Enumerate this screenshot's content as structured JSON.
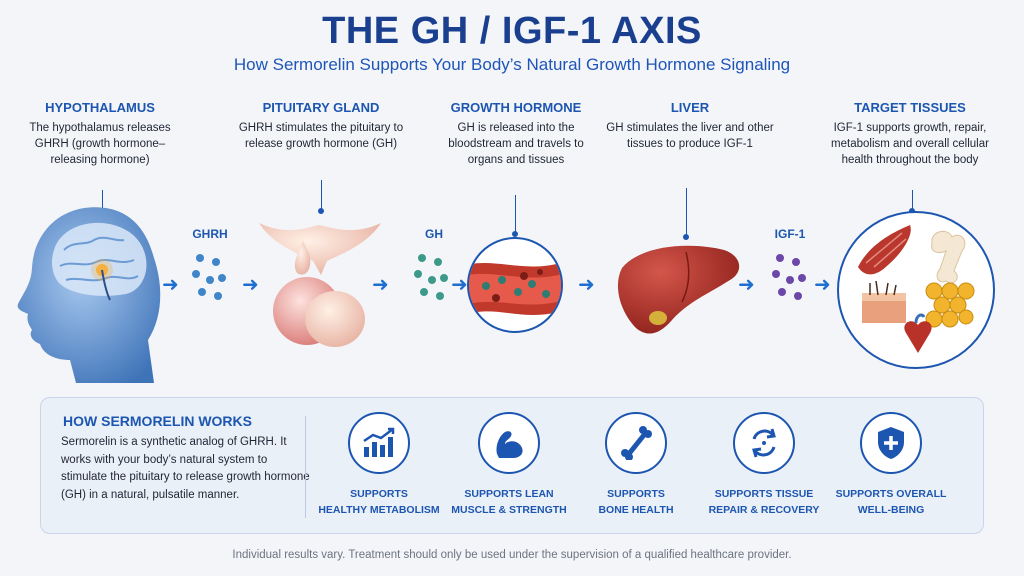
{
  "title": "THE GH / IGF-1 AXIS",
  "subtitle": "How Sermorelin Supports Your Body’s Natural Growth Hormone Signaling",
  "stages": [
    {
      "heading": "HYPOTHALAMUS",
      "description": "The hypothalamus releases GHRH (growth hormone– releasing hormone)"
    },
    {
      "heading": "PITUITARY GLAND",
      "description": "GHRH stimulates the pituitary to release growth hormone (GH)"
    },
    {
      "heading": "GROWTH HORMONE",
      "description": "GH is released into the bloodstream and travels to organs and tissues"
    },
    {
      "heading": "LIVER",
      "description": "GH stimulates the liver and other tissues to produce IGF-1"
    },
    {
      "heading": "TARGET TISSUES",
      "description": "IGF-1 supports growth, repair, metabolism and overall cellular health throughout the body"
    }
  ],
  "molecules": [
    "GHRH",
    "GH",
    "IGF-1"
  ],
  "how_it_works": {
    "title": "HOW SERMORELIN WORKS",
    "body": "Sermorelin is a synthetic analog of GHRH. It works with your body’s natural system to stimulate the pituitary to release growth hormone (GH) in a natural, pulsatile manner."
  },
  "benefits": [
    {
      "label": "SUPPORTS\nHEALTHY METABOLISM",
      "icon": "bar-chart-icon"
    },
    {
      "label": "SUPPORTS LEAN\nMUSCLE & STRENGTH",
      "icon": "muscle-arm-icon"
    },
    {
      "label": "SUPPORTS\nBONE HEALTH",
      "icon": "bone-icon"
    },
    {
      "label": "SUPPORTS TISSUE\nREPAIR & RECOVERY",
      "icon": "refresh-cycle-icon"
    },
    {
      "label": "SUPPORTS OVERALL\nWELL-BEING",
      "icon": "shield-plus-icon"
    }
  ],
  "footer": "Individual results vary. Treatment should only be used under the supervision of a qualified healthcare provider.",
  "colors": {
    "accent": "#1d56b0",
    "title": "#1a3f8f",
    "ghrh_dots": "#3f85c8",
    "gh_dots": "#3d9a8a",
    "igf_dots": "#6b47a8"
  }
}
